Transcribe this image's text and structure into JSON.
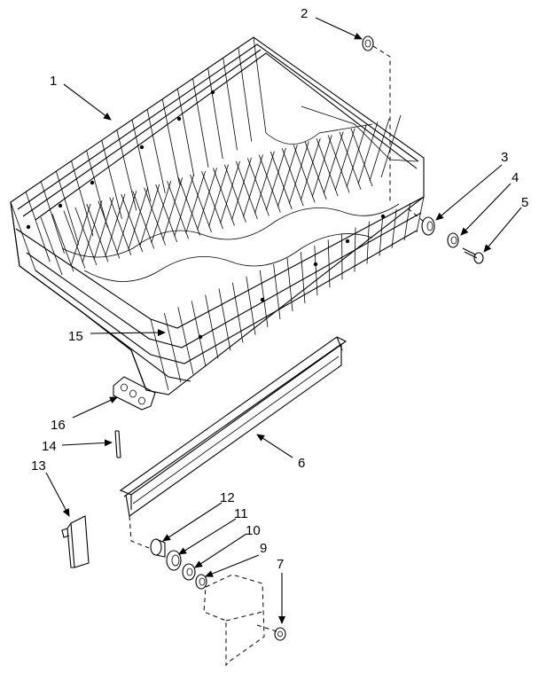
{
  "diagram": {
    "callouts": [
      {
        "id": "1",
        "label": "1"
      },
      {
        "id": "2",
        "label": "2"
      },
      {
        "id": "3",
        "label": "3"
      },
      {
        "id": "4",
        "label": "4"
      },
      {
        "id": "5",
        "label": "5"
      },
      {
        "id": "6",
        "label": "6"
      },
      {
        "id": "7",
        "label": "7"
      },
      {
        "id": "9",
        "label": "9"
      },
      {
        "id": "10",
        "label": "10"
      },
      {
        "id": "11",
        "label": "11"
      },
      {
        "id": "12",
        "label": "12"
      },
      {
        "id": "13",
        "label": "13"
      },
      {
        "id": "14",
        "label": "14"
      },
      {
        "id": "15",
        "label": "15"
      },
      {
        "id": "16",
        "label": "16"
      }
    ]
  }
}
